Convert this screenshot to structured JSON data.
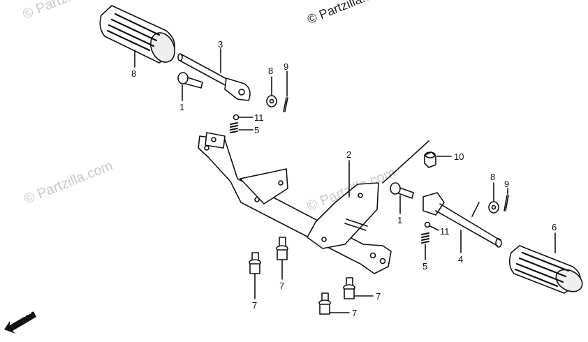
{
  "watermarks": {
    "top_dark": "© Partzilla.com",
    "faint_1": "© Partzilla.com",
    "faint_2": "© Partzilla.com",
    "faint_3": "© Partzilla.com"
  },
  "callouts": {
    "c1a": "1",
    "c1b": "1",
    "c2": "2",
    "c3": "3",
    "c4": "4",
    "c5a": "5",
    "c5b": "5",
    "c6": "6",
    "c7a": "7",
    "c7b": "7",
    "c7c": "7",
    "c7d": "7",
    "c8a": "8",
    "c8b": "8",
    "c8c": "8",
    "c9a": "9",
    "c9b": "9",
    "c10": "10",
    "c11a": "11",
    "c11b": "11"
  },
  "front_marker": {
    "label": "FR."
  },
  "colors": {
    "ink": "#111111",
    "watermark": "#c9c9c9"
  }
}
